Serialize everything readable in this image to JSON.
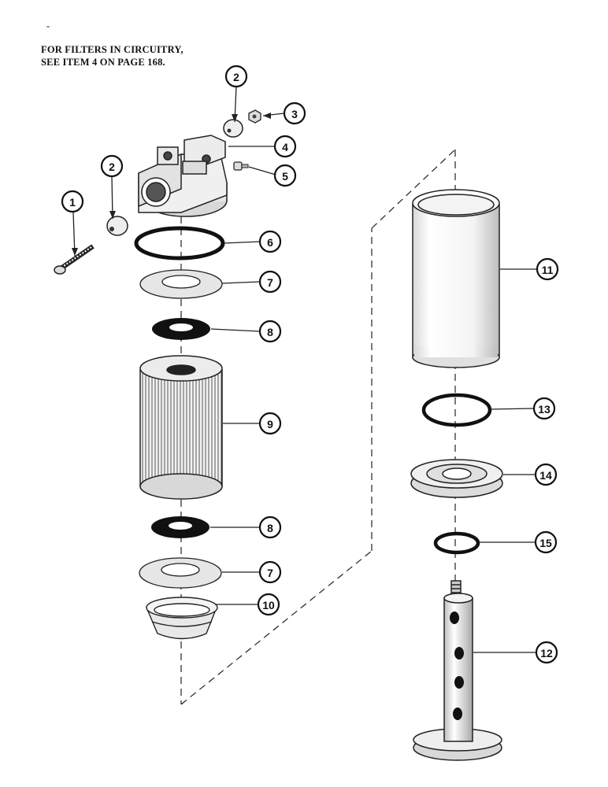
{
  "header_mark": "-",
  "note": {
    "line1": "FOR FILTERS IN CIRCUITRY,",
    "line2": "SEE ITEM 4 ON PAGE 168."
  },
  "callouts": [
    {
      "id": "c1",
      "label": "1"
    },
    {
      "id": "c2a",
      "label": "2"
    },
    {
      "id": "c2b",
      "label": "2"
    },
    {
      "id": "c3",
      "label": "3"
    },
    {
      "id": "c4",
      "label": "4"
    },
    {
      "id": "c5",
      "label": "5"
    },
    {
      "id": "c6",
      "label": "6"
    },
    {
      "id": "c7a",
      "label": "7"
    },
    {
      "id": "c8a",
      "label": "8"
    },
    {
      "id": "c9",
      "label": "9"
    },
    {
      "id": "c8b",
      "label": "8"
    },
    {
      "id": "c7b",
      "label": "7"
    },
    {
      "id": "c10",
      "label": "10"
    },
    {
      "id": "c11",
      "label": "11"
    },
    {
      "id": "c13",
      "label": "13"
    },
    {
      "id": "c14",
      "label": "14"
    },
    {
      "id": "c15",
      "label": "15"
    },
    {
      "id": "c12",
      "label": "12"
    }
  ]
}
